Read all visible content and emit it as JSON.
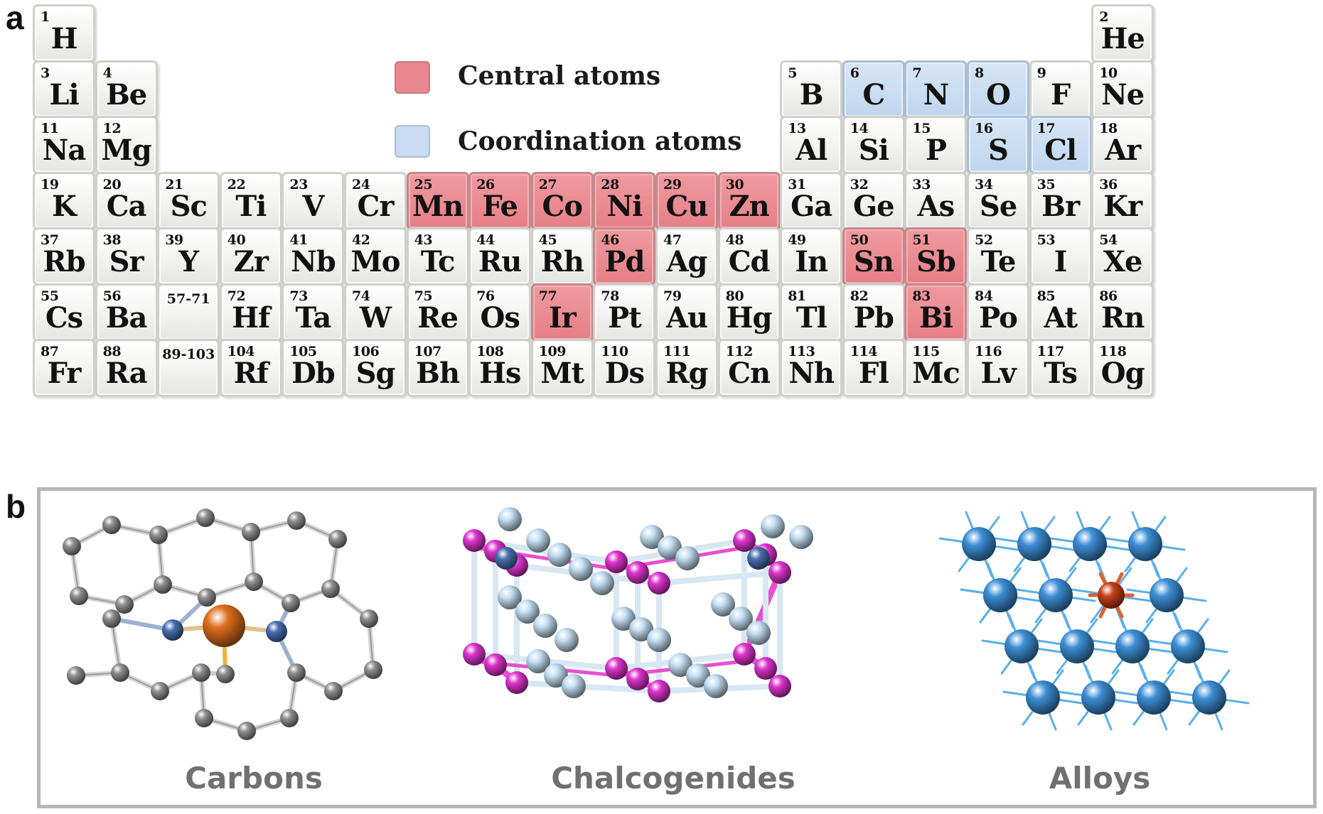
{
  "panel_a": {
    "label": "a",
    "legend": [
      {
        "label": "Central atoms",
        "color": "#e8868d"
      },
      {
        "label": "Coordination atoms",
        "color": "#c9dcf1"
      }
    ],
    "elements": [
      {
        "n": "1",
        "s": "H",
        "r": 1,
        "c": 1
      },
      {
        "n": "2",
        "s": "He",
        "r": 1,
        "c": 18
      },
      {
        "n": "3",
        "s": "Li",
        "r": 2,
        "c": 1
      },
      {
        "n": "4",
        "s": "Be",
        "r": 2,
        "c": 2
      },
      {
        "n": "5",
        "s": "B",
        "r": 2,
        "c": 13
      },
      {
        "n": "6",
        "s": "C",
        "r": 2,
        "c": 14,
        "k": "coord"
      },
      {
        "n": "7",
        "s": "N",
        "r": 2,
        "c": 15,
        "k": "coord"
      },
      {
        "n": "8",
        "s": "O",
        "r": 2,
        "c": 16,
        "k": "coord"
      },
      {
        "n": "9",
        "s": "F",
        "r": 2,
        "c": 17
      },
      {
        "n": "10",
        "s": "Ne",
        "r": 2,
        "c": 18
      },
      {
        "n": "11",
        "s": "Na",
        "r": 3,
        "c": 1
      },
      {
        "n": "12",
        "s": "Mg",
        "r": 3,
        "c": 2
      },
      {
        "n": "13",
        "s": "Al",
        "r": 3,
        "c": 13
      },
      {
        "n": "14",
        "s": "Si",
        "r": 3,
        "c": 14
      },
      {
        "n": "15",
        "s": "P",
        "r": 3,
        "c": 15
      },
      {
        "n": "16",
        "s": "S",
        "r": 3,
        "c": 16,
        "k": "coord"
      },
      {
        "n": "17",
        "s": "Cl",
        "r": 3,
        "c": 17,
        "k": "coord"
      },
      {
        "n": "18",
        "s": "Ar",
        "r": 3,
        "c": 18
      },
      {
        "n": "19",
        "s": "K",
        "r": 4,
        "c": 1
      },
      {
        "n": "20",
        "s": "Ca",
        "r": 4,
        "c": 2
      },
      {
        "n": "21",
        "s": "Sc",
        "r": 4,
        "c": 3
      },
      {
        "n": "22",
        "s": "Ti",
        "r": 4,
        "c": 4
      },
      {
        "n": "23",
        "s": "V",
        "r": 4,
        "c": 5
      },
      {
        "n": "24",
        "s": "Cr",
        "r": 4,
        "c": 6
      },
      {
        "n": "25",
        "s": "Mn",
        "r": 4,
        "c": 7,
        "k": "central"
      },
      {
        "n": "26",
        "s": "Fe",
        "r": 4,
        "c": 8,
        "k": "central"
      },
      {
        "n": "27",
        "s": "Co",
        "r": 4,
        "c": 9,
        "k": "central"
      },
      {
        "n": "28",
        "s": "Ni",
        "r": 4,
        "c": 10,
        "k": "central"
      },
      {
        "n": "29",
        "s": "Cu",
        "r": 4,
        "c": 11,
        "k": "central"
      },
      {
        "n": "30",
        "s": "Zn",
        "r": 4,
        "c": 12,
        "k": "central"
      },
      {
        "n": "31",
        "s": "Ga",
        "r": 4,
        "c": 13
      },
      {
        "n": "32",
        "s": "Ge",
        "r": 4,
        "c": 14
      },
      {
        "n": "33",
        "s": "As",
        "r": 4,
        "c": 15
      },
      {
        "n": "34",
        "s": "Se",
        "r": 4,
        "c": 16
      },
      {
        "n": "35",
        "s": "Br",
        "r": 4,
        "c": 17
      },
      {
        "n": "36",
        "s": "Kr",
        "r": 4,
        "c": 18
      },
      {
        "n": "37",
        "s": "Rb",
        "r": 5,
        "c": 1
      },
      {
        "n": "38",
        "s": "Sr",
        "r": 5,
        "c": 2
      },
      {
        "n": "39",
        "s": "Y",
        "r": 5,
        "c": 3
      },
      {
        "n": "40",
        "s": "Zr",
        "r": 5,
        "c": 4
      },
      {
        "n": "41",
        "s": "Nb",
        "r": 5,
        "c": 5
      },
      {
        "n": "42",
        "s": "Mo",
        "r": 5,
        "c": 6
      },
      {
        "n": "43",
        "s": "Tc",
        "r": 5,
        "c": 7
      },
      {
        "n": "44",
        "s": "Ru",
        "r": 5,
        "c": 8
      },
      {
        "n": "45",
        "s": "Rh",
        "r": 5,
        "c": 9
      },
      {
        "n": "46",
        "s": "Pd",
        "r": 5,
        "c": 10,
        "k": "central"
      },
      {
        "n": "47",
        "s": "Ag",
        "r": 5,
        "c": 11
      },
      {
        "n": "48",
        "s": "Cd",
        "r": 5,
        "c": 12
      },
      {
        "n": "49",
        "s": "In",
        "r": 5,
        "c": 13
      },
      {
        "n": "50",
        "s": "Sn",
        "r": 5,
        "c": 14,
        "k": "central"
      },
      {
        "n": "51",
        "s": "Sb",
        "r": 5,
        "c": 15,
        "k": "central"
      },
      {
        "n": "52",
        "s": "Te",
        "r": 5,
        "c": 16
      },
      {
        "n": "53",
        "s": "I",
        "r": 5,
        "c": 17
      },
      {
        "n": "54",
        "s": "Xe",
        "r": 5,
        "c": 18
      },
      {
        "n": "55",
        "s": "Cs",
        "r": 6,
        "c": 1
      },
      {
        "n": "56",
        "s": "Ba",
        "r": 6,
        "c": 2
      },
      {
        "n": "57-71",
        "s": "",
        "r": 6,
        "c": 3
      },
      {
        "n": "72",
        "s": "Hf",
        "r": 6,
        "c": 4
      },
      {
        "n": "73",
        "s": "Ta",
        "r": 6,
        "c": 5
      },
      {
        "n": "74",
        "s": "W",
        "r": 6,
        "c": 6
      },
      {
        "n": "75",
        "s": "Re",
        "r": 6,
        "c": 7
      },
      {
        "n": "76",
        "s": "Os",
        "r": 6,
        "c": 8
      },
      {
        "n": "77",
        "s": "Ir",
        "r": 6,
        "c": 9,
        "k": "central"
      },
      {
        "n": "78",
        "s": "Pt",
        "r": 6,
        "c": 10
      },
      {
        "n": "79",
        "s": "Au",
        "r": 6,
        "c": 11
      },
      {
        "n": "80",
        "s": "Hg",
        "r": 6,
        "c": 12
      },
      {
        "n": "81",
        "s": "Tl",
        "r": 6,
        "c": 13
      },
      {
        "n": "82",
        "s": "Pb",
        "r": 6,
        "c": 14
      },
      {
        "n": "83",
        "s": "Bi",
        "r": 6,
        "c": 15,
        "k": "central"
      },
      {
        "n": "84",
        "s": "Po",
        "r": 6,
        "c": 16
      },
      {
        "n": "85",
        "s": "At",
        "r": 6,
        "c": 17
      },
      {
        "n": "86",
        "s": "Rn",
        "r": 6,
        "c": 18
      },
      {
        "n": "87",
        "s": "Fr",
        "r": 7,
        "c": 1
      },
      {
        "n": "88",
        "s": "Ra",
        "r": 7,
        "c": 2
      },
      {
        "n": "89-103",
        "s": "",
        "r": 7,
        "c": 3
      },
      {
        "n": "104",
        "s": "Rf",
        "r": 7,
        "c": 4
      },
      {
        "n": "105",
        "s": "Db",
        "r": 7,
        "c": 5
      },
      {
        "n": "106",
        "s": "Sg",
        "r": 7,
        "c": 6
      },
      {
        "n": "107",
        "s": "Bh",
        "r": 7,
        "c": 7
      },
      {
        "n": "108",
        "s": "Hs",
        "r": 7,
        "c": 8
      },
      {
        "n": "109",
        "s": "Mt",
        "r": 7,
        "c": 9
      },
      {
        "n": "110",
        "s": "Ds",
        "r": 7,
        "c": 10
      },
      {
        "n": "111",
        "s": "Rg",
        "r": 7,
        "c": 11
      },
      {
        "n": "112",
        "s": "Cn",
        "r": 7,
        "c": 12
      },
      {
        "n": "113",
        "s": "Nh",
        "r": 7,
        "c": 13
      },
      {
        "n": "114",
        "s": "Fl",
        "r": 7,
        "c": 14
      },
      {
        "n": "115",
        "s": "Mc",
        "r": 7,
        "c": 15
      },
      {
        "n": "116",
        "s": "Lv",
        "r": 7,
        "c": 16
      },
      {
        "n": "117",
        "s": "Ts",
        "r": 7,
        "c": 17
      },
      {
        "n": "118",
        "s": "Og",
        "r": 7,
        "c": 18
      }
    ]
  },
  "panel_b": {
    "label": "b",
    "structures": [
      {
        "caption": "Carbons"
      },
      {
        "caption": "Chalcogenides"
      },
      {
        "caption": "Alloys"
      }
    ],
    "colors": {
      "carbon": "#8f8f8f",
      "nitrogen": "#4a6fb0",
      "metal": "#e0701c",
      "chalcogen": "#dd33cc",
      "light_atom": "#c4def2",
      "alloy_atom": "#3d8fd6",
      "alloy_bond": "#5ab0ea",
      "dopant": "#c6401a"
    }
  }
}
